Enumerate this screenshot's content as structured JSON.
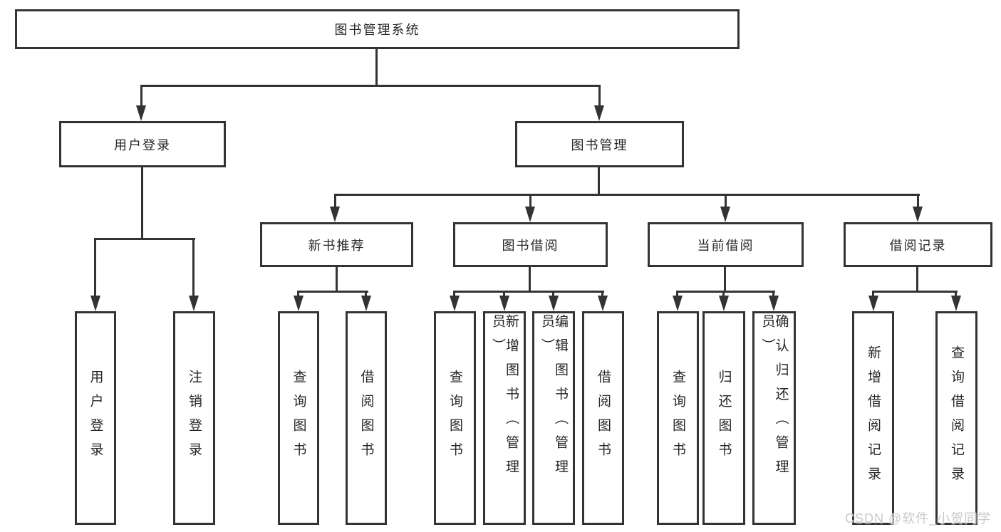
{
  "diagram": {
    "type": "hierarchy-tree",
    "orientation": "top-down",
    "colors": {
      "background": "#ffffff",
      "line": "#333333",
      "box_border": "#333333",
      "box_fill": "#ffffff",
      "text": "#262626",
      "watermark_text": "#c9c9c9"
    }
  },
  "tree": {
    "label": "图书管理系统",
    "children": [
      {
        "label": "用户登录",
        "children": [
          {
            "label": "用户登录"
          },
          {
            "label": "注销登录"
          }
        ]
      },
      {
        "label": "图书管理",
        "children": [
          {
            "label": "新书推荐",
            "children": [
              {
                "label": "查询图书"
              },
              {
                "label": "借阅图书"
              }
            ]
          },
          {
            "label": "图书借阅",
            "children": [
              {
                "label": "查询图书"
              },
              {
                "label": "新增图书（管理员）"
              },
              {
                "label": "编辑图书（管理员）"
              },
              {
                "label": "借阅图书"
              }
            ]
          },
          {
            "label": "当前借阅",
            "children": [
              {
                "label": "查询图书"
              },
              {
                "label": "归还图书"
              },
              {
                "label": "确认归还（管理员）"
              }
            ]
          },
          {
            "label": "借阅记录",
            "children": [
              {
                "label": "新增借阅记录"
              },
              {
                "label": "查询借阅记录"
              }
            ]
          }
        ]
      }
    ]
  },
  "watermark": {
    "text": "CSDN @软件_小贺同学"
  }
}
